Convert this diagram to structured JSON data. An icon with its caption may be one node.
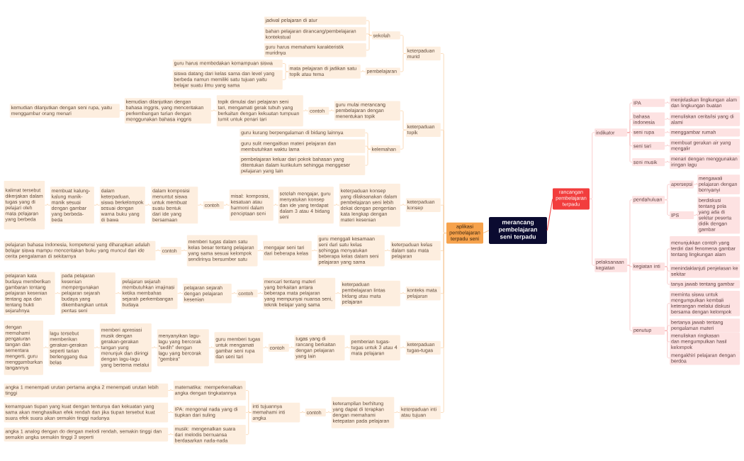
{
  "diagram": {
    "nodes": [
      {
        "text": [
          "merancang pembelajaran seni terpadu"
        ]
      },
      {
        "text": [
          "rancangan pembelajaran terpadu"
        ]
      },
      {
        "text": [
          "indikator"
        ]
      },
      {
        "text": [
          "IPA"
        ]
      },
      {
        "text": [
          "menjelaskan lingkungan alam dan lingkungan buatan"
        ]
      },
      {
        "text": [
          "bahasa indonesia"
        ]
      },
      {
        "text": [
          "menuliskan cerita/isi yang di alami"
        ]
      },
      {
        "text": [
          "seni rupa"
        ]
      },
      {
        "text": [
          "menggambar rumah"
        ]
      },
      {
        "text": [
          "seni tari"
        ]
      },
      {
        "text": [
          "membuat gerakan air yang mengalir"
        ]
      },
      {
        "text": [
          "seni musik"
        ]
      },
      {
        "text": [
          "menari dengan menggunakan iringan lagu"
        ]
      },
      {
        "text": [
          "pelaksanaan kegiatan"
        ]
      },
      {
        "text": [
          "pendahuluan"
        ]
      },
      {
        "text": [
          "apersepsi"
        ]
      },
      {
        "text": [
          "mengawali pelajaran dengan bernyanyi"
        ]
      },
      {
        "text": [
          "IPS"
        ]
      },
      {
        "text": [
          "berdiskusi tentang pola yang ada di sekitar peserta didik dengan gambar"
        ]
      },
      {
        "text": [
          "kegiatan inti"
        ]
      },
      {
        "text": [
          "menunjukkan contoh yang terdiri dari fenomena gambar tentang lingkungan alam"
        ]
      },
      {
        "text": [
          "menindaklanjuti penjelasan ke sekitar"
        ]
      },
      {
        "text": [
          "tanya jawab tentang gambar"
        ]
      },
      {
        "text": [
          "penutup"
        ]
      },
      {
        "text": [
          "meminta siswa untuk mengumpulkan kembali keterangan melalui diskusi bersama dengan kelompok"
        ]
      },
      {
        "text": [
          "bertanya jawab tentang pengalaman materi"
        ]
      },
      {
        "text": [
          "menuliskan ringkasan dan mengumpulkan hasil kelompok"
        ]
      },
      {
        "text": [
          "mengakhiri pelajaran dengan berdoa"
        ]
      },
      {
        "text": [
          "aplikasi pembelajaran terpadu seni"
        ]
      },
      {
        "text": [
          "keterpaduan murid"
        ]
      },
      {
        "text": [
          "sekolah"
        ]
      },
      {
        "text": [
          "jadwal pelajaran di atur"
        ]
      },
      {
        "text": [
          "bahan pelajaran dirancang/pembelajaran kontekstual"
        ]
      },
      {
        "text": [
          "guru harus memahami karakteristik muridnya"
        ]
      },
      {
        "text": [
          "pembelajaran"
        ]
      },
      {
        "text": [
          "mata pelajaran di jadikan satu topik atau tema"
        ]
      },
      {
        "text": [
          "guru harus membedakan kemampuan siswa"
        ]
      },
      {
        "text": [
          "siswa datang dari kelas sama dan level yang berbeda namun memiliki satu tujuan yaitu belajar suatu ilmu yang sama"
        ]
      },
      {
        "text": [
          "keterpaduan topik"
        ]
      },
      {
        "text": [
          "guru mulai merancang pembelajaran dengan menentukan topik"
        ]
      },
      {
        "text": [
          "contoh"
        ]
      },
      {
        "text": [
          "topik dimulai dari pelajaran seni tari, mengamati gerak tubuh yang berkaitan dengan kekuatan tumpuan tumit untuk penari tari"
        ]
      },
      {
        "text": [
          "kemudian dilanjutkan dengan bahasa inggris, yang menceritakan perkembangan tarian dengan menggunakan bahasa inggris"
        ]
      },
      {
        "text": [
          "kemudian dilanjutkan dengan seni rupa, yaitu menggambar orang menari"
        ]
      },
      {
        "text": [
          "kelemahan"
        ]
      },
      {
        "text": [
          "guru kurang berpengalaman di bidang lainnya"
        ]
      },
      {
        "text": [
          "guru sulit mengaitkan materi pelajaran dan membutuhkan waktu lama"
        ]
      },
      {
        "text": [
          "pembelajaran keluar dari pokok bahasan yang ditentukan dalam kurikulum sehingga menggeser pelajaran yang lain"
        ]
      },
      {
        "text": [
          "keterpaduan konsep"
        ]
      },
      {
        "text": [
          "keterpaduan konsep yang dilaksanakan dalam pembelajaran seni lebih dekat dengan pengertian kata lengkap dengan materi kesenian"
        ]
      },
      {
        "text": [
          "setelah mengajar, guru menyatukan konsep dan ide yang terdapat dalam 3 atau 4 bidang seni"
        ]
      },
      {
        "text": [
          "misal: komposisi, kesatuan atau harmoni dalam penciptaan seni"
        ]
      },
      {
        "text": [
          "contoh"
        ]
      },
      {
        "text": [
          "dalam komposisi menuntut siswa untuk membuat suatu bentuk dari ide yang bersamaan"
        ]
      },
      {
        "text": [
          "dalam keterpaduan, siswa berkelompok sesuai dengan warna buku yang di bawa"
        ]
      },
      {
        "text": [
          "membuat kalung-kalung manik-manik sesuai dengan gambar yang berbeda-beda"
        ]
      },
      {
        "text": [
          "kalimat tersebut dikerjakan dalam tugas yang di pelajari oleh mata pelajaran yang berbeda"
        ]
      },
      {
        "text": [
          "keterpaduan kelas dalam satu mata pelajaran"
        ]
      },
      {
        "text": [
          "guru menggali kesamaan seni dari satu kelas sehingga menyatukan beberapa kelas dalam seni pelajaran yang sama"
        ]
      },
      {
        "text": [
          "mengajar seni tari dari beberapa kelas"
        ]
      },
      {
        "text": [
          "memberi tugas dalam satu kelas besar tentang pelajaran yang sama sesuai kelompok sendirinya bersumber satu"
        ]
      },
      {
        "text": [
          "contoh"
        ]
      },
      {
        "text": [
          "pelajaran bahasa indonesia, kompetensi yang diharapkan adalah belajar siswa mampu menceritakan buku yang muncul dari ide cerita pengalaman di sekitarnya"
        ]
      },
      {
        "text": [
          "konteks mata pelajaran"
        ]
      },
      {
        "text": [
          "keterpaduan pembelajaran lintas bidang atau mata pelajaran"
        ]
      },
      {
        "text": [
          "mencari tentang materi yang berkaitan antara beberapa mata pelajaran yang mempunyai nuansa seni, teknik belajar yang sama"
        ]
      },
      {
        "text": [
          "contoh"
        ]
      },
      {
        "text": [
          "pelajaran sejarah dengan pelajaran kesenian"
        ]
      },
      {
        "text": [
          "pelajaran sejarah membutuhkan imajinasi ketika membahas sejarah perkembangan budaya"
        ]
      },
      {
        "text": [
          "pada pelajaran kesenian mempergunakan pelajaran sejarah budaya yang dikembangkan untuk pentas seni"
        ]
      },
      {
        "text": [
          "pelajaran kata budaya memberikan gambaran tentang pelajaran kesenian tentang apa dan tentang bukti sejarahnya"
        ]
      },
      {
        "text": [
          "keterpaduan tugas-tugas"
        ]
      },
      {
        "text": [
          "pemberian tugas-tugas untuk 3 atau 4 mata pelajaran"
        ]
      },
      {
        "text": [
          "tugas yang di rancang berkaitan dengan pelajaran yang lain"
        ]
      },
      {
        "text": [
          "contoh"
        ]
      },
      {
        "text": [
          "guru memberi tugas untuk mengamati gambar seni rupa dan seni tari"
        ]
      },
      {
        "text": [
          "menyanyikan lagu-lagu yang bercorak \"sedih\" dengan lagu yang bercorak \"gembira\""
        ]
      },
      {
        "text": [
          "memberi apresiasi musik dengan gerakan-gerakan tangan yang menunjuk dan diiringi dengan lagu-lagu yang bertema melalui"
        ]
      },
      {
        "text": [
          "lagu tersebut memberikan gerakan-gerakan seperti tarian berlenggang dua belas"
        ]
      },
      {
        "text": [
          "dengan memahami pengaturan tangan dan sementara mengerti, guru menggambarkan tangannya"
        ]
      },
      {
        "text": [
          "keterpaduan inti atau tujuan"
        ]
      },
      {
        "text": [
          "keterampilan berhitung yang dapat di terapkan dengan memahami ketepatan pada pelajaran"
        ]
      },
      {
        "text": [
          "contoh"
        ]
      },
      {
        "text": [
          "inti tujuannya memahami inti angka"
        ]
      },
      {
        "text": [
          "matematika: memperkenalkan angka dengan tingkatannya"
        ]
      },
      {
        "text": [
          "angka 1 menempati urutan pertama angka 2 menempati urutan lebih tinggi"
        ]
      },
      {
        "text": [
          "IPA: mengenal nada yang di tiupkan dari suling"
        ]
      },
      {
        "text": [
          "kemampuan tiupan yang kuat dengan tentunya dan kekuatan yang sama akan menghasilkan efek rendah dan jika tiupan tersebut kuat suara efek suara akan semakin tinggi nadanya"
        ]
      },
      {
        "text": [
          "musik: mengenalkan suara dari melodis bernuansa berdasarkan nada-nada"
        ]
      },
      {
        "text": [
          "angka 1 analog dengan do dengan melodi rendah, semakin tinggi dan semakin angka semakin tinggi 3 seperti"
        ]
      }
    ],
    "edges": [
      {
        "from": 0,
        "to": 1,
        "arrow": "none",
        "color": "#f04e4e"
      },
      {
        "from": 1,
        "to": 2,
        "arrow": "none",
        "color": "#f6abab"
      },
      {
        "from": 2,
        "to": 3,
        "arrow": "none",
        "color": "#f6abab"
      },
      {
        "from": 3,
        "to": 4,
        "arrow": "none",
        "color": "#f6abab"
      },
      {
        "from": 2,
        "to": 5,
        "arrow": "none",
        "color": "#f6abab"
      },
      {
        "from": 5,
        "to": 6,
        "arrow": "none",
        "color": "#f6abab"
      },
      {
        "from": 2,
        "to": 7,
        "arrow": "none",
        "color": "#f6abab"
      },
      {
        "from": 7,
        "to": 8,
        "arrow": "none",
        "color": "#f6abab"
      },
      {
        "from": 2,
        "to": 9,
        "arrow": "none",
        "color": "#f6abab"
      },
      {
        "from": 9,
        "to": 10,
        "arrow": "none",
        "color": "#f6abab"
      },
      {
        "from": 2,
        "to": 11,
        "arrow": "none",
        "color": "#f6abab"
      },
      {
        "from": 11,
        "to": 12,
        "arrow": "none",
        "color": "#f6abab"
      },
      {
        "from": 1,
        "to": 13,
        "arrow": "none",
        "color": "#f6abab"
      },
      {
        "from": 13,
        "to": 14,
        "arrow": "none",
        "color": "#f6abab"
      },
      {
        "from": 14,
        "to": 15,
        "arrow": "none",
        "color": "#f6abab"
      },
      {
        "from": 15,
        "to": 16,
        "arrow": "none",
        "color": "#f6abab"
      },
      {
        "from": 14,
        "to": 17,
        "arrow": "none",
        "color": "#f6abab"
      },
      {
        "from": 17,
        "to": 18,
        "arrow": "none",
        "color": "#f6abab"
      },
      {
        "from": 13,
        "to": 19,
        "arrow": "none",
        "color": "#f6abab"
      },
      {
        "from": 19,
        "to": 20,
        "arrow": "none",
        "color": "#f6abab"
      },
      {
        "from": 19,
        "to": 21,
        "arrow": "none",
        "color": "#f6abab"
      },
      {
        "from": 19,
        "to": 22,
        "arrow": "none",
        "color": "#f6abab"
      },
      {
        "from": 13,
        "to": 23,
        "arrow": "none",
        "color": "#f6abab"
      },
      {
        "from": 23,
        "to": 24,
        "arrow": "none",
        "color": "#f6abab"
      },
      {
        "from": 23,
        "to": 25,
        "arrow": "none",
        "color": "#f6abab"
      },
      {
        "from": 23,
        "to": 26,
        "arrow": "none",
        "color": "#f6abab"
      },
      {
        "from": 23,
        "to": 27,
        "arrow": "none",
        "color": "#f6abab"
      },
      {
        "from": 0,
        "to": 28,
        "arrow": "none"
      },
      {
        "from": 28,
        "to": 29,
        "arrow": "none"
      },
      {
        "from": 29,
        "to": 30,
        "arrow": "none"
      },
      {
        "from": 30,
        "to": 31,
        "arrow": "none"
      },
      {
        "from": 30,
        "to": 32,
        "arrow": "none"
      },
      {
        "from": 30,
        "to": 33,
        "arrow": "none"
      },
      {
        "from": 29,
        "to": 34,
        "arrow": "none"
      },
      {
        "from": 34,
        "to": 35,
        "arrow": "none"
      },
      {
        "from": 35,
        "to": 36,
        "arrow": "none"
      },
      {
        "from": 35,
        "to": 37,
        "arrow": "none"
      },
      {
        "from": 28,
        "to": 38,
        "arrow": "none"
      },
      {
        "from": 38,
        "to": 39,
        "arrow": "none"
      },
      {
        "from": 39,
        "to": 40,
        "arrow": "none"
      },
      {
        "from": 40,
        "to": 41,
        "arrow": "none"
      },
      {
        "from": 41,
        "to": 42,
        "arrow": "none"
      },
      {
        "from": 42,
        "to": 43,
        "arrow": "none"
      },
      {
        "from": 38,
        "to": 44,
        "arrow": "none"
      },
      {
        "from": 44,
        "to": 45,
        "arrow": "none"
      },
      {
        "from": 44,
        "to": 46,
        "arrow": "none"
      },
      {
        "from": 44,
        "to": 47,
        "arrow": "none"
      },
      {
        "from": 28,
        "to": 48,
        "arrow": "none"
      },
      {
        "from": 48,
        "to": 49,
        "arrow": "none"
      },
      {
        "from": 49,
        "to": 50,
        "arrow": "none"
      },
      {
        "from": 50,
        "to": 51,
        "arrow": "none"
      },
      {
        "from": 51,
        "to": 52,
        "arrow": "none"
      },
      {
        "from": 52,
        "to": 53,
        "arrow": "none"
      },
      {
        "from": 53,
        "to": 54,
        "arrow": "none"
      },
      {
        "from": 54,
        "to": 55,
        "arrow": "none"
      },
      {
        "from": 55,
        "to": 56,
        "arrow": "none"
      },
      {
        "from": 28,
        "to": 57,
        "arrow": "none"
      },
      {
        "from": 57,
        "to": 58,
        "arrow": "none"
      },
      {
        "from": 58,
        "to": 59,
        "arrow": "none"
      },
      {
        "from": 59,
        "to": 60,
        "arrow": "none"
      },
      {
        "from": 60,
        "to": 61,
        "arrow": "none"
      },
      {
        "from": 61,
        "to": 62,
        "arrow": "none"
      },
      {
        "from": 28,
        "to": 63,
        "arrow": "none"
      },
      {
        "from": 63,
        "to": 64,
        "arrow": "none"
      },
      {
        "from": 64,
        "to": 65,
        "arrow": "none"
      },
      {
        "from": 65,
        "to": 66,
        "arrow": "none"
      },
      {
        "from": 66,
        "to": 67,
        "arrow": "none"
      },
      {
        "from": 67,
        "to": 68,
        "arrow": "none"
      },
      {
        "from": 68,
        "to": 69,
        "arrow": "none"
      },
      {
        "from": 69,
        "to": 70,
        "arrow": "none"
      },
      {
        "from": 28,
        "to": 71,
        "arrow": "none"
      },
      {
        "from": 71,
        "to": 72,
        "arrow": "none"
      },
      {
        "from": 72,
        "to": 73,
        "arrow": "none"
      },
      {
        "from": 73,
        "to": 74,
        "arrow": "none"
      },
      {
        "from": 74,
        "to": 75,
        "arrow": "none"
      },
      {
        "from": 75,
        "to": 76,
        "arrow": "none"
      },
      {
        "from": 76,
        "to": 77,
        "arrow": "none"
      },
      {
        "from": 77,
        "to": 78,
        "arrow": "none"
      },
      {
        "from": 78,
        "to": 79,
        "arrow": "none"
      },
      {
        "from": 28,
        "to": 80,
        "arrow": "none"
      },
      {
        "from": 80,
        "to": 81,
        "arrow": "none"
      },
      {
        "from": 81,
        "to": 82,
        "arrow": "none"
      },
      {
        "from": 82,
        "to": 83,
        "arrow": "none"
      },
      {
        "from": 83,
        "to": 84,
        "arrow": "none"
      },
      {
        "from": 84,
        "to": 85,
        "arrow": "none"
      },
      {
        "from": 83,
        "to": 86,
        "arrow": "none"
      },
      {
        "from": 86,
        "to": 87,
        "arrow": "none"
      },
      {
        "from": 83,
        "to": 88,
        "arrow": "none"
      },
      {
        "from": 88,
        "to": 89,
        "arrow": "none"
      }
    ]
  }
}
